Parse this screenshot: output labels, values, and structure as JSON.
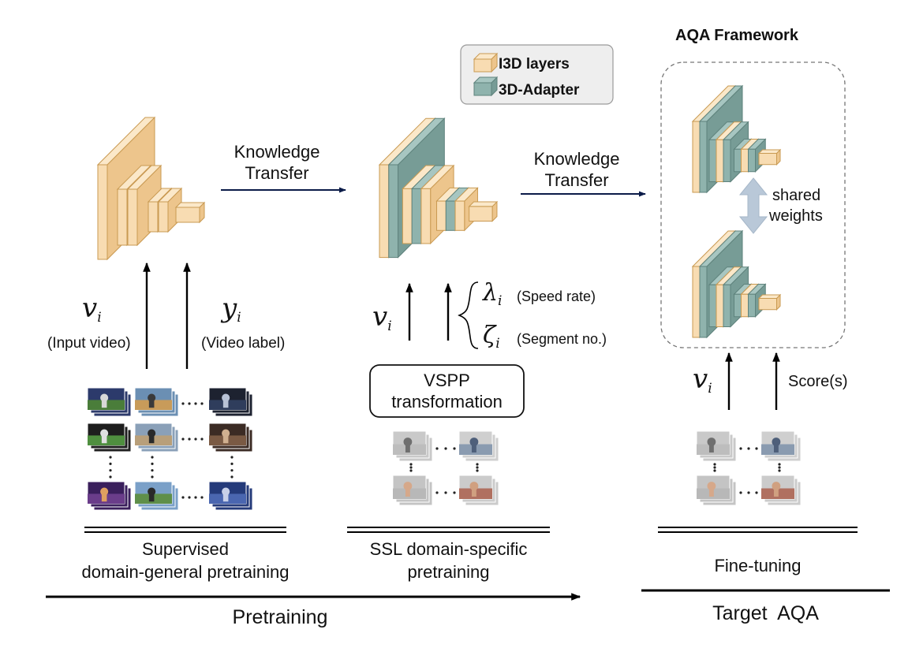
{
  "legend": {
    "i3d_label": "I3D layers",
    "adapter_label": "3D-Adapter"
  },
  "framework_title": "AQA Framework",
  "transfer1": {
    "line1": "Knowledge",
    "line2": "Transfer"
  },
  "transfer2": {
    "line1": "Knowledge",
    "line2": "Transfer"
  },
  "stage1": {
    "input_symbol": "v",
    "input_desc": "(Input video)",
    "label_symbol": "y",
    "label_desc": "(Video label)",
    "title_line1": "Supervised",
    "title_line2": "domain-general pretraining"
  },
  "stage2": {
    "input_symbol": "v",
    "lambda_symbol": "λ",
    "lambda_desc": "(Speed rate)",
    "zeta_symbol": "ζ",
    "zeta_desc": "(Segment no.)",
    "vspp_line1": "VSPP",
    "vspp_line2": "transformation",
    "title_line1": "SSL domain-specific",
    "title_line2": "pretraining"
  },
  "stage3": {
    "shared_line1": "shared",
    "shared_line2": "weights",
    "input_symbol": "v",
    "score_label": "Score(s)",
    "finetune_label": "Fine-tuning"
  },
  "subscript": "i",
  "bottom": {
    "pretraining_label": "Pretraining",
    "target_label": "Target  AQA"
  },
  "colors": {
    "i3d_front": "#f8dcb2",
    "i3d_side": "#edc58c",
    "i3d_top": "#fbe8c9",
    "i3d_stroke": "#c99a52",
    "adapter_front": "#8fb3ad",
    "adapter_side": "#779c96",
    "adapter_top": "#a7c6c1",
    "adapter_stroke": "#5e827c",
    "arrow_navy": "#0b1b48",
    "shared_arrow": "#b9c8d8"
  },
  "thumbnail_icons": [
    "sports-video-thumbnail-icon",
    "hand-gesture-thumbnail-icon"
  ]
}
